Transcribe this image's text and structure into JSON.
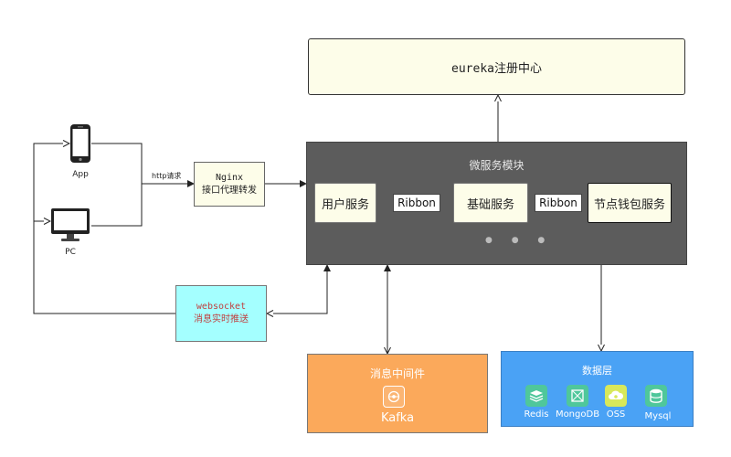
{
  "eureka": {
    "label": "eureka注册中心"
  },
  "micro": {
    "title": "微服务模块",
    "services": [
      "用户服务",
      "基础服务",
      "节点钱包服务"
    ],
    "ribbon_labels": [
      "Ribbon",
      "Ribbon"
    ],
    "more": "● ● ●"
  },
  "devices": {
    "app": "App",
    "pc": "PC"
  },
  "edge_labels": {
    "http": "http请求"
  },
  "nginx": {
    "line1": "Nginx",
    "line2": "接口代理转发"
  },
  "websocket": {
    "line1": "websocket",
    "line2": "消息实时推送"
  },
  "mq": {
    "title": "消息中间件",
    "product": "Kafka"
  },
  "data_layer": {
    "title": "数据层",
    "stores": [
      "Redis",
      "MongoDB",
      "OSS",
      "Mysql"
    ]
  },
  "colors": {
    "eureka_fill": "#fdfde9",
    "micro_fill": "#5c5c5c",
    "websocket_fill": "#a4ffff",
    "mq_fill": "#fba95b",
    "data_fill": "#4aa2f5",
    "icon_green": "#5fd0a8"
  }
}
